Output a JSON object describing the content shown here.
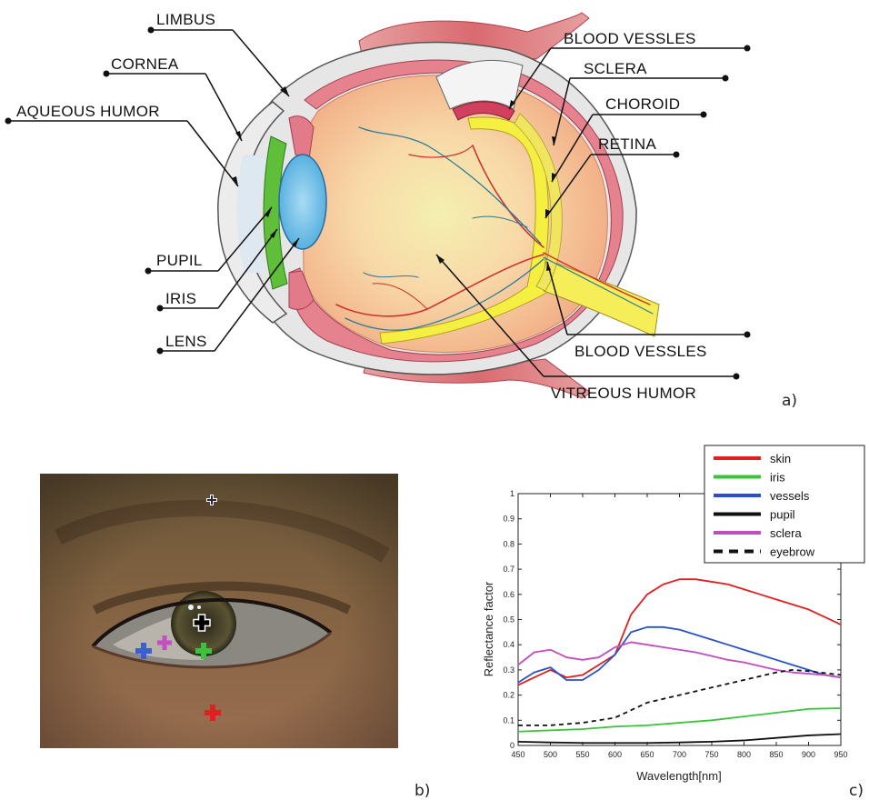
{
  "anatomy": {
    "labels": {
      "limbus": "LIMBUS",
      "cornea": "CORNEA",
      "aqueous_humor": "AQUEOUS HUMOR",
      "pupil": "PUPIL",
      "iris": "IRIS",
      "lens": "LENS",
      "blood_vessles_top": "BLOOD VESSLES",
      "sclera": "SCLERA",
      "choroid": "CHOROID",
      "retina": "RETINA",
      "blood_vessles_bottom": "BLOOD VESSLES",
      "vitreous_humor": "VITREOUS HUMOR"
    },
    "panel_label": "a)"
  },
  "photo": {
    "panel_label": "b)",
    "markers": [
      {
        "name": "eyebrow",
        "color": "#2a2440"
      },
      {
        "name": "pupil",
        "color": "#ffffff"
      },
      {
        "name": "vessels",
        "color": "#3a5fd0"
      },
      {
        "name": "sclera",
        "color": "#c050c0"
      },
      {
        "name": "iris",
        "color": "#3cc23c"
      },
      {
        "name": "skin",
        "color": "#e02020"
      }
    ]
  },
  "chart_data": {
    "type": "line",
    "panel_label": "c)",
    "xlabel": "Wavelength[nm]",
    "ylabel": "Reflectance factor",
    "xlim": [
      450,
      950
    ],
    "ylim": [
      0,
      1
    ],
    "xticks": [
      450,
      500,
      550,
      600,
      650,
      700,
      750,
      800,
      850,
      900,
      950
    ],
    "yticks": [
      0,
      0.1,
      0.2,
      0.3,
      0.4,
      0.5,
      0.6,
      0.7,
      0.8,
      0.9,
      1
    ],
    "ytick_labels": [
      "0",
      "0.1",
      "0.2",
      "0.3",
      "0.4",
      "0.5",
      "0.6",
      "0.7",
      "0.8",
      "0.9",
      "1"
    ],
    "grid": false,
    "legend_position": "top-right",
    "series": [
      {
        "name": "skin",
        "color": "#e02020",
        "dash": false,
        "x": [
          450,
          475,
          500,
          525,
          550,
          575,
          600,
          625,
          650,
          675,
          700,
          725,
          750,
          775,
          800,
          825,
          850,
          875,
          900,
          925,
          950
        ],
        "y": [
          0.24,
          0.27,
          0.3,
          0.27,
          0.28,
          0.32,
          0.36,
          0.52,
          0.6,
          0.64,
          0.66,
          0.66,
          0.65,
          0.64,
          0.62,
          0.6,
          0.58,
          0.56,
          0.54,
          0.51,
          0.48
        ]
      },
      {
        "name": "iris",
        "color": "#3cc23c",
        "dash": false,
        "x": [
          450,
          500,
          550,
          600,
          650,
          700,
          750,
          800,
          850,
          900,
          950
        ],
        "y": [
          0.055,
          0.06,
          0.065,
          0.075,
          0.08,
          0.09,
          0.1,
          0.115,
          0.13,
          0.145,
          0.148
        ]
      },
      {
        "name": "vessels",
        "color": "#2a50c8",
        "dash": false,
        "x": [
          450,
          475,
          500,
          525,
          550,
          575,
          600,
          625,
          650,
          675,
          700,
          725,
          750,
          775,
          800,
          825,
          850,
          875,
          900,
          925,
          950
        ],
        "y": [
          0.25,
          0.29,
          0.31,
          0.26,
          0.26,
          0.3,
          0.36,
          0.45,
          0.47,
          0.47,
          0.46,
          0.44,
          0.42,
          0.4,
          0.38,
          0.36,
          0.34,
          0.32,
          0.3,
          0.28,
          0.27
        ]
      },
      {
        "name": "pupil",
        "color": "#111111",
        "dash": false,
        "x": [
          450,
          500,
          550,
          600,
          650,
          700,
          750,
          800,
          850,
          900,
          950
        ],
        "y": [
          0.015,
          0.012,
          0.01,
          0.01,
          0.01,
          0.012,
          0.015,
          0.02,
          0.03,
          0.04,
          0.045
        ]
      },
      {
        "name": "sclera",
        "color": "#c24cc2",
        "dash": false,
        "x": [
          450,
          475,
          500,
          525,
          550,
          575,
          600,
          625,
          650,
          675,
          700,
          725,
          750,
          775,
          800,
          825,
          850,
          875,
          900,
          925,
          950
        ],
        "y": [
          0.32,
          0.37,
          0.38,
          0.35,
          0.34,
          0.35,
          0.39,
          0.41,
          0.4,
          0.39,
          0.38,
          0.37,
          0.355,
          0.34,
          0.33,
          0.315,
          0.3,
          0.29,
          0.285,
          0.28,
          0.27
        ]
      },
      {
        "name": "eyebrow",
        "color": "#111111",
        "dash": true,
        "x": [
          450,
          500,
          550,
          600,
          625,
          650,
          700,
          750,
          800,
          850,
          875,
          900,
          950
        ],
        "y": [
          0.08,
          0.08,
          0.09,
          0.11,
          0.14,
          0.17,
          0.2,
          0.23,
          0.26,
          0.29,
          0.3,
          0.295,
          0.28
        ]
      }
    ]
  }
}
